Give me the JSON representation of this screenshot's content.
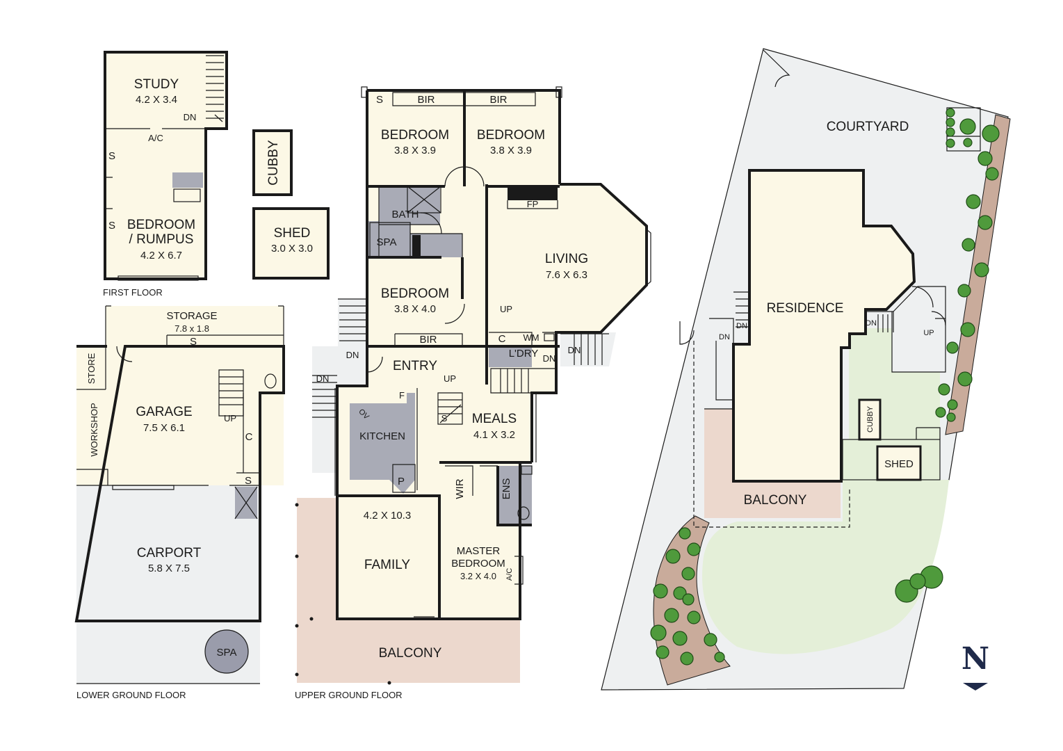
{
  "floors": {
    "first": {
      "caption": "FIRST FLOOR",
      "rooms": {
        "study": {
          "name": "STUDY",
          "dims": "4.2 X 3.4"
        },
        "bedroom_rumpus": {
          "name1": "BEDROOM",
          "name2": "/ RUMPUS",
          "dims": "4.2 X 6.7"
        }
      },
      "marks": {
        "dn": "DN",
        "ac": "A/C",
        "s1": "S",
        "s2": "S"
      }
    },
    "outbuildings": {
      "cubby": {
        "name": "CUBBY"
      },
      "shed": {
        "name": "SHED",
        "dims": "3.0 X 3.0"
      }
    },
    "lower_ground": {
      "caption": "LOWER GROUND FLOOR",
      "rooms": {
        "storage": {
          "name": "STORAGE",
          "dims": "7.8 x 1.8"
        },
        "store": {
          "name": "STORE"
        },
        "workshop": {
          "name": "WORKSHOP"
        },
        "garage": {
          "name": "GARAGE",
          "dims": "7.5 X 6.1"
        },
        "carport": {
          "name": "CARPORT",
          "dims": "5.8 X 7.5"
        },
        "spa": {
          "name": "SPA"
        }
      },
      "marks": {
        "s_storage": "S",
        "up": "UP",
        "c": "C",
        "s": "S"
      }
    },
    "upper_ground": {
      "caption": "UPPER GROUND FLOOR",
      "rooms": {
        "bedroom1": {
          "name": "BEDROOM",
          "dims": "3.8 X 3.9"
        },
        "bedroom2": {
          "name": "BEDROOM",
          "dims": "3.8 X 3.9"
        },
        "bath": {
          "name": "BATH"
        },
        "spa": {
          "name": "SPA"
        },
        "bedroom3": {
          "name": "BEDROOM",
          "dims": "3.8 X 4.0"
        },
        "living": {
          "name": "LIVING",
          "dims": "7.6 X 6.3"
        },
        "entry": {
          "name": "ENTRY"
        },
        "laundry": {
          "name": "L'DRY"
        },
        "kitchen": {
          "name": "KITCHEN"
        },
        "meals": {
          "name": "MEALS",
          "dims": "4.1 X 3.2"
        },
        "family": {
          "name": "FAMILY",
          "dims": "4.2 X 10.3"
        },
        "wir": {
          "name": "WIR"
        },
        "ens": {
          "name": "ENS"
        },
        "master": {
          "name1": "MASTER",
          "name2": "BEDROOM",
          "dims": "3.2 X 4.0"
        },
        "balcony": {
          "name": "BALCONY"
        }
      },
      "marks": {
        "s": "S",
        "bir1": "BIR",
        "bir2": "BIR",
        "bir3": "BIR",
        "fp": "FP",
        "up": "UP",
        "c": "C",
        "wm": "WM",
        "dn1": "DN",
        "dn2": "DN",
        "dn3": "DN",
        "dn4": "DN",
        "up2": "UP",
        "f": "F",
        "ov": "OV",
        "s2": "S",
        "p": "P",
        "ac": "A/C"
      }
    }
  },
  "site": {
    "courtyard": "COURTYARD",
    "residence": "RESIDENCE",
    "balcony": "BALCONY",
    "cubby": "CUBBY",
    "shed": "SHED",
    "marks": {
      "dn1": "DN",
      "dn2": "DN",
      "dn3": "DN",
      "up": "UP"
    }
  },
  "north": {
    "letter": "N"
  },
  "colors": {
    "room": "#fcf8e6",
    "outdoor": "#eef0f1",
    "wet_area": "#a9abb6",
    "balcony": "#ecd8cd",
    "lawn": "#e4efd8",
    "garden_bed": "#c9ab9b",
    "trees": "#4f9a3c",
    "walls": "#1a1a1a",
    "north_arrow": "#1f2a4a"
  }
}
